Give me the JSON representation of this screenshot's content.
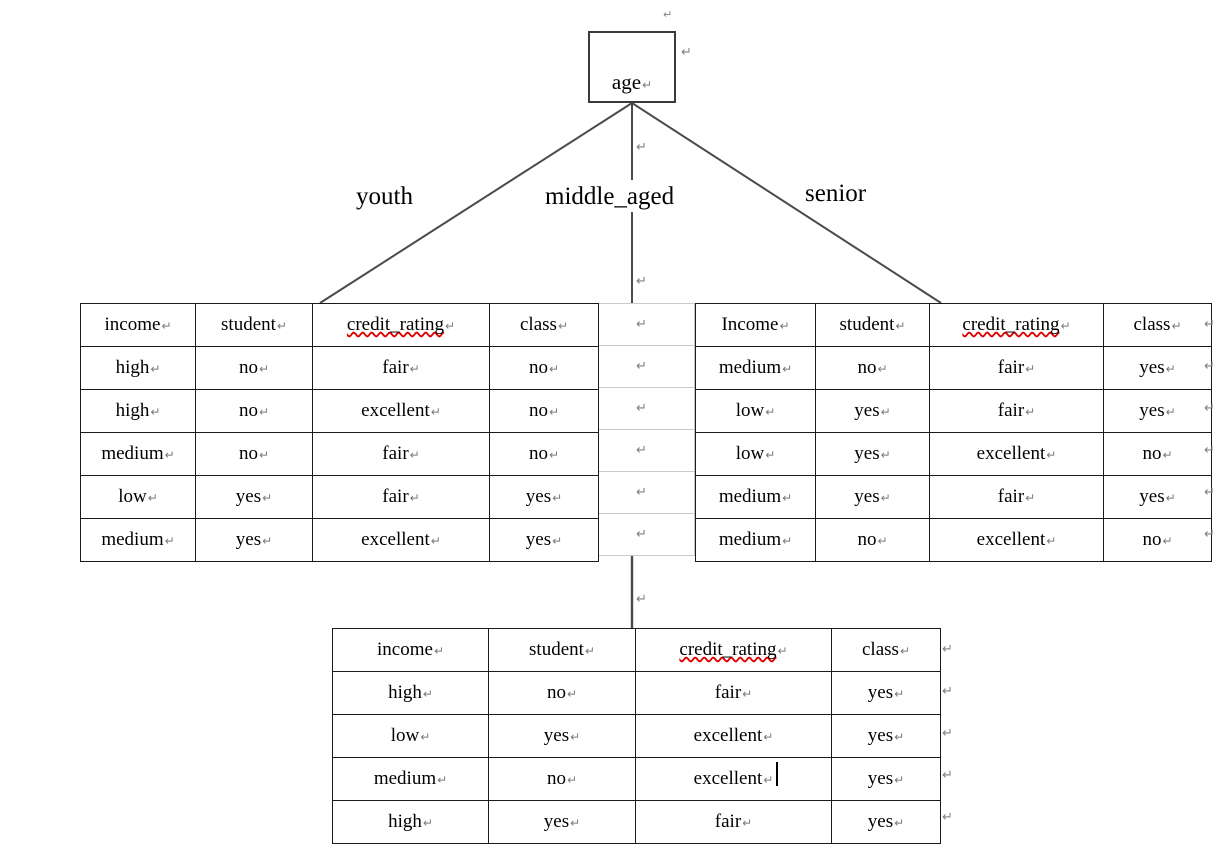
{
  "diagram": {
    "root": {
      "label": "age",
      "mark": "↵"
    },
    "branches": [
      {
        "name": "youth",
        "label": "youth"
      },
      {
        "name": "middle_aged",
        "label": "middle_aged"
      },
      {
        "name": "senior",
        "label": "senior"
      }
    ],
    "paragraph_mark": "↵",
    "colors": {
      "line": "#4a4a4a",
      "border": "#1a1a1a",
      "spellcheck": "#e00000",
      "mark": "#7a7a7a",
      "faint_grid": "#c9c9c9"
    }
  },
  "tables": {
    "left": {
      "name": "youth-branch-table",
      "headers": [
        "income",
        "student",
        "credit_rating",
        "class"
      ],
      "spellcheck_header_index": 2,
      "rows": [
        [
          "high",
          "no",
          "fair",
          "no"
        ],
        [
          "high",
          "no",
          "excellent",
          "no"
        ],
        [
          "medium",
          "no",
          "fair",
          "no"
        ],
        [
          "low",
          "yes",
          "fair",
          "yes"
        ],
        [
          "medium",
          "yes",
          "excellent",
          "yes"
        ]
      ]
    },
    "right": {
      "name": "senior-branch-table",
      "headers": [
        "Income",
        "student",
        "credit_rating",
        "class"
      ],
      "spellcheck_header_index": 2,
      "rows": [
        [
          "medium",
          "no",
          "fair",
          "yes"
        ],
        [
          "low",
          "yes",
          "fair",
          "yes"
        ],
        [
          "low",
          "yes",
          "excellent",
          "no"
        ],
        [
          "medium",
          "yes",
          "fair",
          "yes"
        ],
        [
          "medium",
          "no",
          "excellent",
          "no"
        ]
      ]
    },
    "bottom": {
      "name": "middle-aged-branch-table",
      "headers": [
        "income",
        "student",
        "credit_rating",
        "class"
      ],
      "spellcheck_header_index": 2,
      "rows": [
        [
          "high",
          "no",
          "fair",
          "yes"
        ],
        [
          "low",
          "yes",
          "excellent",
          "yes"
        ],
        [
          "medium",
          "no",
          "excellent",
          "yes"
        ],
        [
          "high",
          "yes",
          "fair",
          "yes"
        ]
      ]
    }
  }
}
